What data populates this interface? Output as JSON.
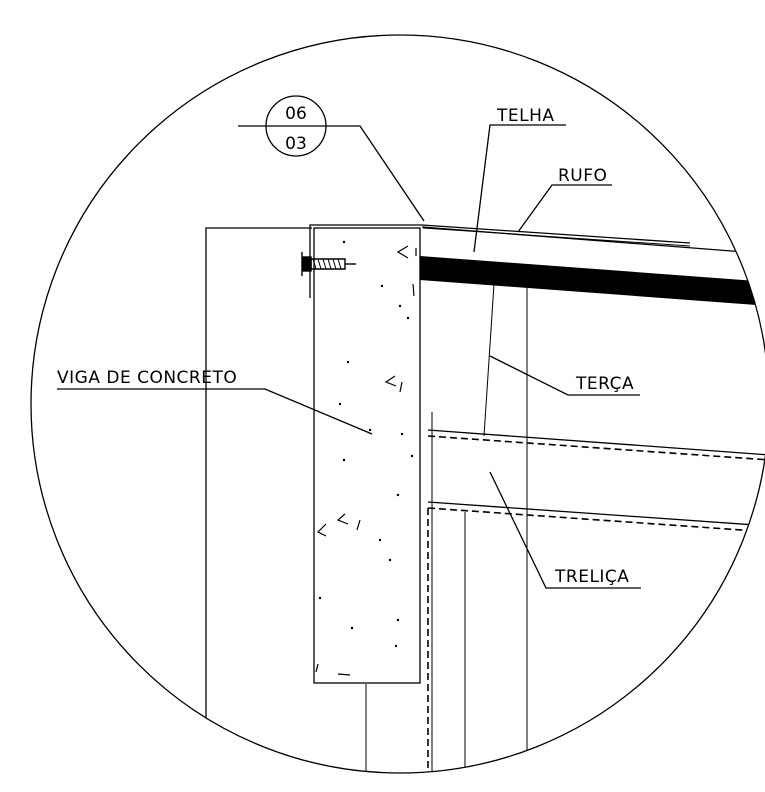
{
  "detail_reference": {
    "detail_number": "06",
    "sheet_number": "03"
  },
  "labels": {
    "telha": "TELHA",
    "rufo": "RUFO",
    "terca": "TERÇA",
    "trelica": "TRELIÇA",
    "viga_de_concreto": "VIGA DE CONCRETO"
  }
}
